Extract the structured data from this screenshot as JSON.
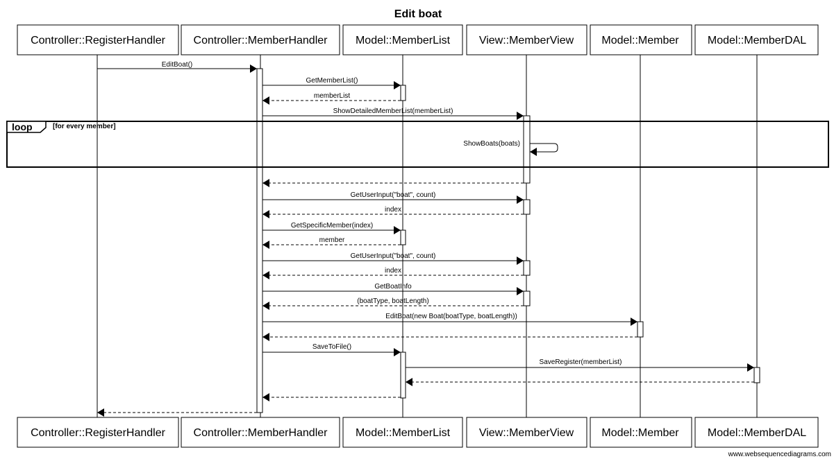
{
  "title": "Edit boat",
  "watermark": "www.websequencediagrams.com",
  "participants": [
    {
      "id": "rh",
      "label": "Controller::RegisterHandler"
    },
    {
      "id": "mh",
      "label": "Controller::MemberHandler"
    },
    {
      "id": "ml",
      "label": "Model::MemberList"
    },
    {
      "id": "mv",
      "label": "View::MemberView"
    },
    {
      "id": "m",
      "label": "Model::Member"
    },
    {
      "id": "dal",
      "label": "Model::MemberDAL"
    }
  ],
  "loop": {
    "label": "loop",
    "condition": "[for every member]"
  },
  "messages": [
    {
      "from": "rh",
      "to": "mh",
      "label": "EditBoat()",
      "kind": "call"
    },
    {
      "from": "mh",
      "to": "ml",
      "label": "GetMemberList()",
      "kind": "call"
    },
    {
      "from": "ml",
      "to": "mh",
      "label": "memberList",
      "kind": "return"
    },
    {
      "from": "mh",
      "to": "mv",
      "label": "ShowDetailedMemberList(memberList)",
      "kind": "call"
    },
    {
      "from": "mv",
      "to": "mv",
      "label": "ShowBoats(boats)",
      "kind": "self"
    },
    {
      "from": "mv",
      "to": "mh",
      "label": "",
      "kind": "return"
    },
    {
      "from": "mh",
      "to": "mv",
      "label": "GetUserInput(\"boat\", count)",
      "kind": "call"
    },
    {
      "from": "mv",
      "to": "mh",
      "label": "index",
      "kind": "return"
    },
    {
      "from": "mh",
      "to": "ml",
      "label": "GetSpecificMember(index)",
      "kind": "call"
    },
    {
      "from": "ml",
      "to": "mh",
      "label": "member",
      "kind": "return"
    },
    {
      "from": "mh",
      "to": "mv",
      "label": "GetUserInput(\"boat\", count)",
      "kind": "call"
    },
    {
      "from": "mv",
      "to": "mh",
      "label": "index",
      "kind": "return"
    },
    {
      "from": "mh",
      "to": "mv",
      "label": "GetBoatInfo",
      "kind": "call"
    },
    {
      "from": "mv",
      "to": "mh",
      "label": "(boatType, boatLength)",
      "kind": "return"
    },
    {
      "from": "mh",
      "to": "m",
      "label": "EditBoat(new Boat(boatType, boatLength))",
      "kind": "call"
    },
    {
      "from": "m",
      "to": "mh",
      "label": "",
      "kind": "return"
    },
    {
      "from": "mh",
      "to": "ml",
      "label": "SaveToFile()",
      "kind": "call"
    },
    {
      "from": "ml",
      "to": "dal",
      "label": "SaveRegister(memberList)",
      "kind": "call"
    },
    {
      "from": "dal",
      "to": "ml",
      "label": "",
      "kind": "return"
    },
    {
      "from": "ml",
      "to": "mh",
      "label": "",
      "kind": "return"
    },
    {
      "from": "mh",
      "to": "rh",
      "label": "",
      "kind": "return"
    }
  ]
}
